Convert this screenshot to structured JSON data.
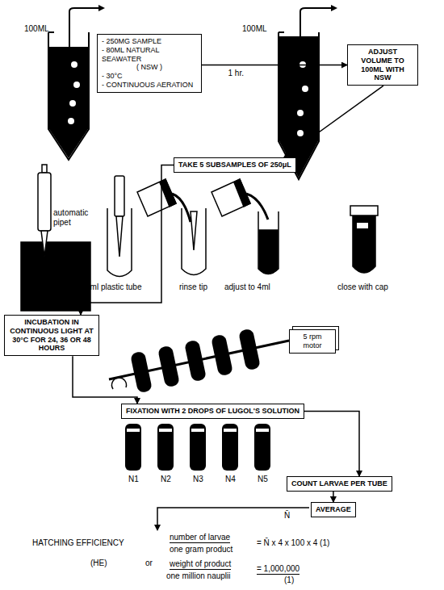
{
  "diagram": {
    "nodes": [
      {
        "text": [
          "- 250MG SAMPLE",
          "- 80ML NATURAL SEAWATER",
          "( NSW )",
          "- 30°C",
          "- CONTINUOUS AERATION"
        ]
      },
      {
        "text": [
          "ADJUST VOLUME TO 100ML WITH NSW"
        ]
      },
      {
        "text": [
          "TAKE 5 SUBSAMPLES OF 250μL"
        ]
      },
      {
        "text": [
          "INCUBATION IN CONTINUOUS LIGHT AT 30°C FOR 24, 36 OR 48 HOURS"
        ]
      },
      {
        "text": [
          "5 rpm motor"
        ]
      },
      {
        "text": [
          "FIXATION WITH 2 DROPS OF LUGOL'S SOLUTION"
        ]
      },
      {
        "text": [
          "COUNT LARVAE PER TUBE"
        ]
      },
      {
        "text": [
          "AVERAGE"
        ]
      }
    ],
    "edges": [
      {
        "from": 0,
        "to": 1,
        "arrow": "to",
        "label": "1 hr."
      },
      {
        "from": 1,
        "to": 2,
        "arrow": "to"
      },
      {
        "from": 2,
        "to": 3,
        "arrow": "to"
      },
      {
        "from": 3,
        "to": 5,
        "arrow": "to"
      },
      {
        "from": 5,
        "to": 6,
        "arrow": "to"
      },
      {
        "from": 6,
        "to": 7,
        "arrow": "to"
      }
    ],
    "labels": [
      "100ML",
      "100ML",
      "automatic pipet",
      "5ml plastic tube",
      "rinse tip",
      "adjust to 4ml",
      "close with cap",
      "N1",
      "N2",
      "N3",
      "N4",
      "N5",
      "N̄",
      "HATCHING EFFICIENCY",
      "(HE)",
      "or",
      "number of larvae",
      "one gram product",
      "= N̄ x 4 x 100 x 4   (1)",
      "weight of product",
      "one million nauplii",
      "= 1,000,000",
      "(1)"
    ]
  }
}
